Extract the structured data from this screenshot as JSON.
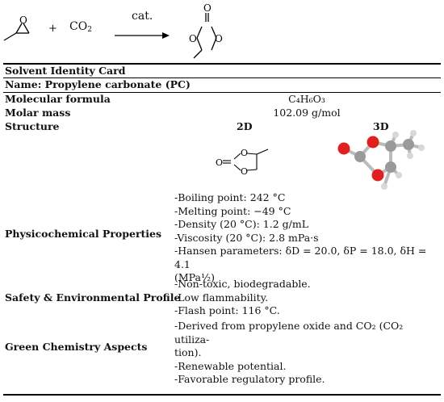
{
  "scheme": {
    "plus": "+",
    "co2": "CO",
    "co2_sub": "2",
    "catalyst": "cat."
  },
  "card": {
    "title": "Solvent Identity Card",
    "name": "Name: Propylene carbonate (PC)",
    "formula_label": "Molecular formula",
    "formula_value": "C₄H₆O₃",
    "mass_label": "Molar mass",
    "mass_value": "102.09 g/mol",
    "structure_label": "Structure",
    "structure_2d": "2D",
    "structure_3d": "3D",
    "physchem_label": "Physicochemical Properties",
    "physchem": [
      "-Boiling point: 242 °C",
      "-Melting point: −49 °C",
      "-Density (20 °C): 1.2 g/mL",
      "-Viscosity (20 °C): 2.8 mPa·s",
      "-Hansen parameters: δD = 20.0, δP = 18.0, δH = 4.1",
      "(MPa½)"
    ],
    "safety_label": "Safety & Environmental Profile",
    "safety": [
      "-Non-toxic, biodegradable.",
      "-Low flammability.",
      "-Flash point: 116 °C."
    ],
    "green_label": "Green Chemistry Aspects",
    "green": [
      "-Derived from propylene oxide and CO₂ (CO₂ utiliza-",
      "tion).",
      "-Renewable potential.",
      "-Favorable regulatory profile."
    ]
  },
  "colors": {
    "oxygen": "#e0201e",
    "carbon": "#9a9a9a",
    "hydrogen": "#d8d8d8"
  }
}
